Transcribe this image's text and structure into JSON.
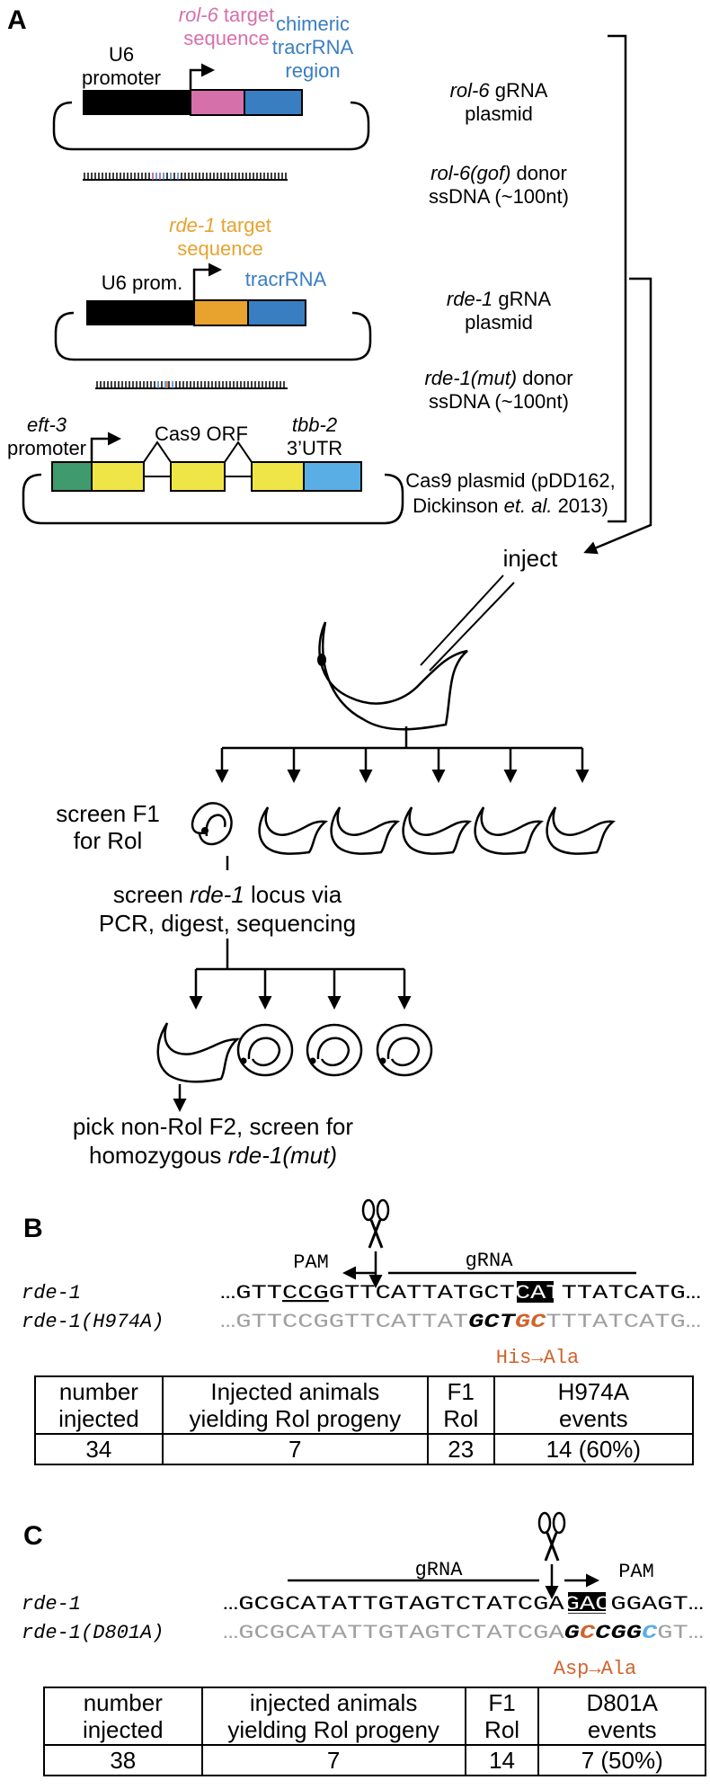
{
  "panelA": {
    "label": "A",
    "rol6_construct": {
      "promoter_line1": "U6",
      "promoter_line2": "promoter",
      "target_line1_italic": "rol-6",
      "target_line1_rest": " target",
      "target_line2": "sequence",
      "tracr_line1": "chimeric",
      "tracr_line2": "tracrRNA",
      "tracr_line3": "region"
    },
    "rde1_construct": {
      "target_line1_italic": "rde-1",
      "target_line1_rest": " target",
      "target_line2": "sequence",
      "promoter": "U6 prom.",
      "tracr": "tracrRNA"
    },
    "cas9_construct": {
      "promoter_italic": "eft-3",
      "promoter_line2": "promoter",
      "orf": "Cas9 ORF",
      "utr_italic": "tbb-2",
      "utr_line2": "3’UTR"
    },
    "right_labels": {
      "rol6_plasmid_italic": "rol-6",
      "rol6_plasmid_rest": " gRNA",
      "rol6_plasmid_line2": "plasmid",
      "rol6_donor_italic": "rol-6(gof)",
      "rol6_donor_rest": " donor",
      "rol6_donor_line2": "ssDNA (~100nt)",
      "rde1_plasmid_italic": "rde-1",
      "rde1_plasmid_rest": " gRNA",
      "rde1_plasmid_line2": "plasmid",
      "rde1_donor_italic": "rde-1(mut)",
      "rde1_donor_rest": " donor",
      "rde1_donor_line2": "ssDNA (~100nt)",
      "cas9_line1": "Cas9 plasmid (pDD162,",
      "cas9_line2_a": "Dickinson ",
      "cas9_line2_italic": "et. al.",
      "cas9_line2_b": " 2013)"
    },
    "inject": "inject",
    "screen_f1_line1": "screen F1",
    "screen_f1_line2": "for Rol",
    "screen_locus_a": "screen ",
    "screen_locus_italic": "rde-1",
    "screen_locus_b": " locus via",
    "screen_locus_line2": "PCR, digest, sequencing",
    "pick_line1": "pick non-Rol F2, screen for",
    "pick_line2_a": "homozygous ",
    "pick_line2_italic": "rde-1(mut)"
  },
  "panelB": {
    "label": "B",
    "pam": "PAM",
    "grna": "gRNA",
    "wt_name": "rde-1",
    "mut_name": "rde-1(H974A)",
    "wt_seq_a": "…GTT",
    "wt_seq_pam": "CCG",
    "wt_seq_b": "GTTCATTATGCT",
    "wt_seq_codon": "CAT",
    "wt_seq_c": "TTATCATG…",
    "mut_seq_a": "…GTTCCGGTTCATTAT",
    "mut_seq_bold1": "GCT",
    "mut_seq_bold2": "GC",
    "mut_seq_c": "TTTATCATG…",
    "substitution": "His→Ala",
    "table_headers": [
      "number\ninjected",
      "Injected animals\nyielding Rol progeny",
      "F1\nRol",
      "H974A\nevents"
    ],
    "table_values": [
      "34",
      "7",
      "23",
      "14 (60%)"
    ]
  },
  "panelC": {
    "label": "C",
    "pam": "PAM",
    "grna": "gRNA",
    "wt_name": "rde-1",
    "mut_name": "rde-1(D801A)",
    "wt_seq_a": "…GCGCATATTGTAGTCTATCGA",
    "wt_seq_codon": "GAC",
    "wt_seq_b": "GGAGT…",
    "mut_seq_a": "…GCGCATATTGTAGTCTATCGA",
    "mut_seq_b1": "G",
    "mut_seq_b2": "C",
    "mut_seq_b3": "CGG",
    "mut_seq_b4": "C",
    "mut_seq_c": "GT…",
    "substitution": "Asp→Ala",
    "table_headers": [
      "number\ninjected",
      "injected animals\nyielding Rol progeny",
      "F1\nRol",
      "D801A\nevents"
    ],
    "table_values": [
      "38",
      "7",
      "14",
      "7 (50%)"
    ]
  },
  "colors": {
    "pink": "#d670aa",
    "blue": "#3a7ec2",
    "light_blue": "#5aaee6",
    "orange_seq": "#e8a22e",
    "green": "#3f9a6e",
    "yellow": "#f0e546",
    "rust": "#d0632b",
    "gray_text": "#a0a0a0"
  },
  "icons": [
    "scissors-icon",
    "worm-icon",
    "rolling-worm-icon",
    "arrow-icon"
  ]
}
